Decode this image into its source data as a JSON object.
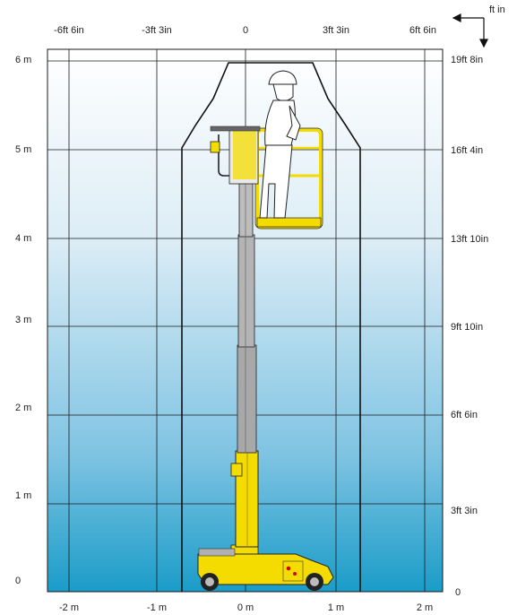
{
  "top_axis_labels": [
    "-6ft 6in",
    "-3ft 3in",
    "0",
    "3ft 3in",
    "6ft 6in"
  ],
  "bottom_axis_labels": [
    "-2 m",
    "-1 m",
    "0 m",
    "1 m",
    "2 m"
  ],
  "left_axis_labels": [
    "0",
    "1 m",
    "2 m",
    "3 m",
    "4 m",
    "5 m",
    "6 m"
  ],
  "right_axis_labels": [
    "0",
    "3ft 3in",
    "6ft 6in",
    "9ft 10in",
    "13ft 10in",
    "16ft 4in",
    "19ft 8in"
  ],
  "unit_indicator": "ft in",
  "colors": {
    "background_top": "#ffffff",
    "background_bottom": "#1a9cc8",
    "machine_yellow": "#f5dc00",
    "mast_grey": "#a8a8a8",
    "grid": "#1a1a1a"
  }
}
